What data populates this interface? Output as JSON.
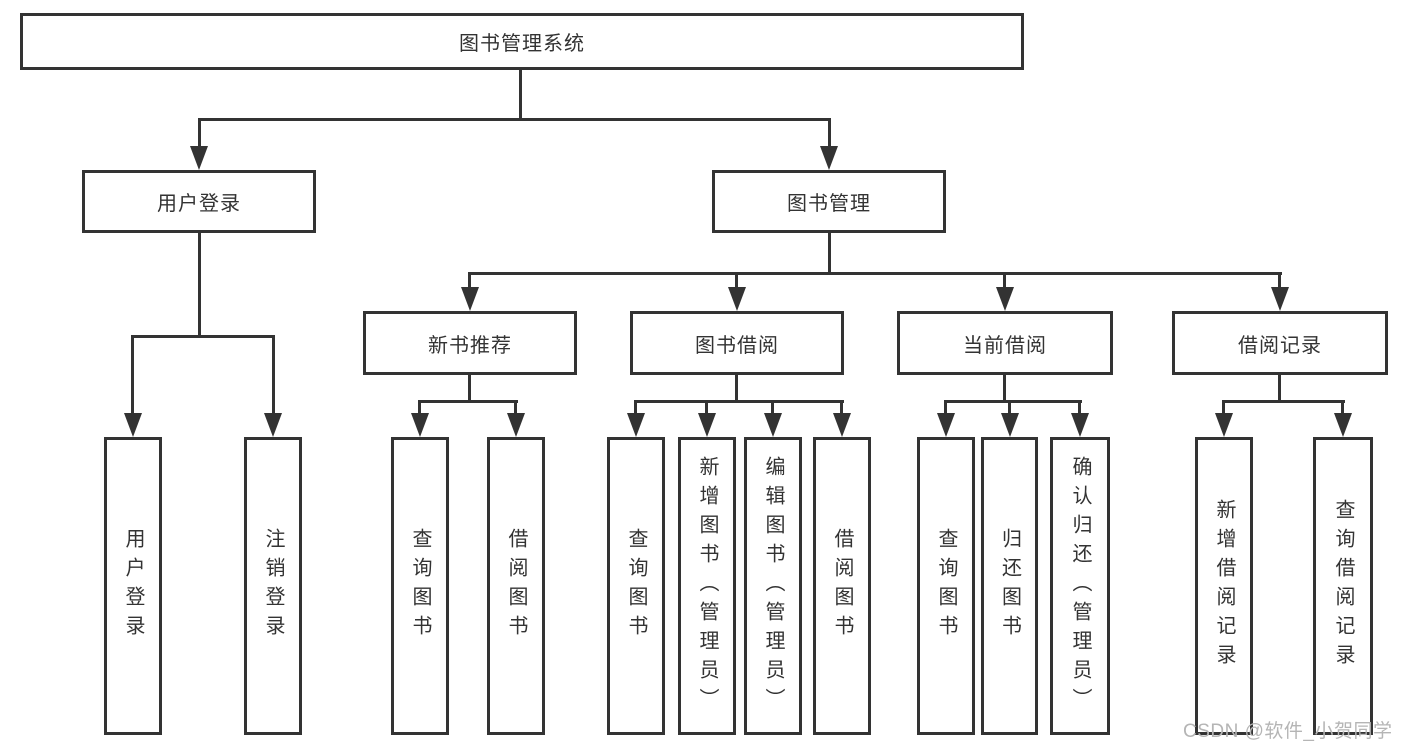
{
  "title": {
    "label": "图书管理系统"
  },
  "level2": {
    "user_login": "用户登录",
    "book_mgmt": "图书管理"
  },
  "level3": {
    "new_book_rec": "新书推荐",
    "book_borrow": "图书借阅",
    "current_borrow": "当前借阅",
    "borrow_records": "借阅记录"
  },
  "leaves": {
    "user_login": {
      "login": "用户登录",
      "logout": "注销登录"
    },
    "new_book_rec": {
      "query_books": "查询图书",
      "borrow_books": "借阅图书"
    },
    "book_borrow": {
      "query_books": "查询图书",
      "add_books_admin": "新增图书（管理员）",
      "edit_books_admin": "编辑图书（管理员）",
      "borrow_books": "借阅图书"
    },
    "current_borrow": {
      "query_books": "查询图书",
      "return_books": "归还图书",
      "confirm_return_admin": "确认归还（管理员）"
    },
    "borrow_records": {
      "add_record": "新增借阅记录",
      "query_record": "查询借阅记录"
    }
  },
  "watermark": "CSDN @软件_小贺同学",
  "colors": {
    "line": "#333333",
    "box_background": "#ffffff",
    "watermark": "#b5b5b5",
    "page_background": "#ffffff"
  }
}
